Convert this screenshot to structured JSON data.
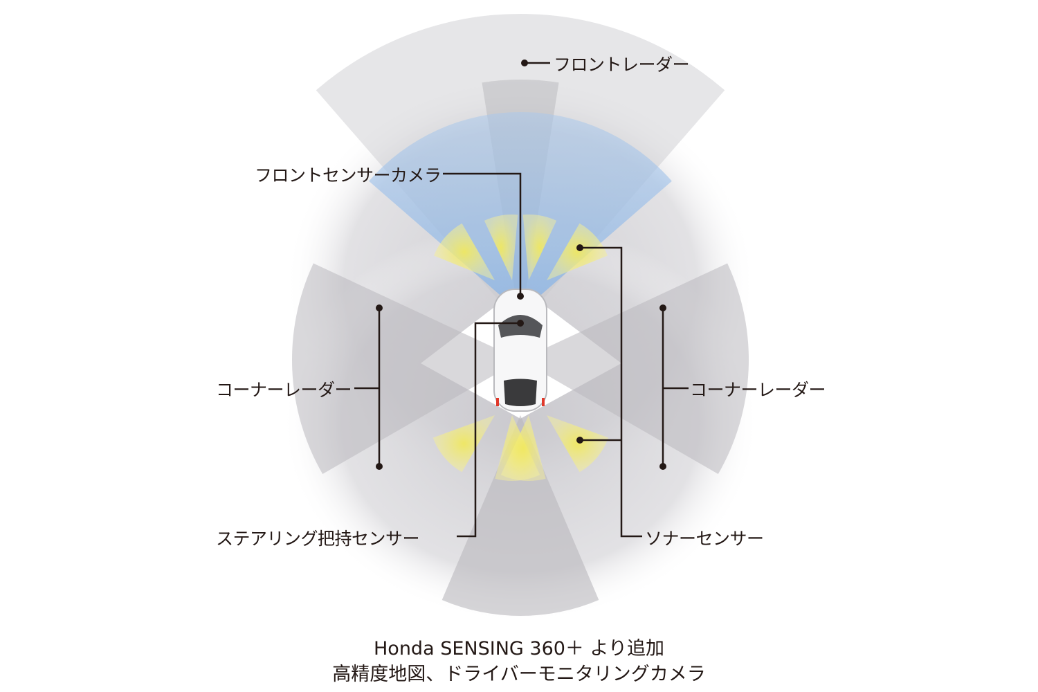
{
  "labels": {
    "front_radar": "フロントレーダー",
    "front_camera": "フロントセンサーカメラ",
    "corner_radar_left": "コーナーレーダー",
    "corner_radar_right": "コーナーレーダー",
    "steering_sensor": "ステアリング把持センサー",
    "sonar_sensor": "ソナーセンサー"
  },
  "caption": {
    "line1": "Honda SENSING 360＋ より追加",
    "line2": "高精度地図、ドライバーモニタリングカメラ"
  },
  "colors": {
    "radar": "#c9c8cc",
    "camera": "#8fb8e6",
    "sonar": "#f2ea7a",
    "leader": "#231815"
  }
}
